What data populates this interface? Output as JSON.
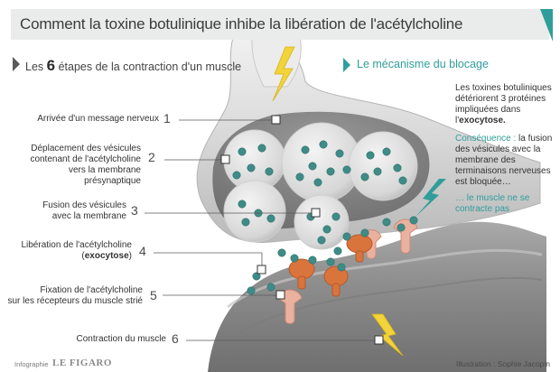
{
  "title": "Comment la toxine botulinique inhibe la libération de l'acétylcholine",
  "left_section": {
    "prefix": "Les",
    "number": "6",
    "suffix": "étapes de la contraction d'un muscle"
  },
  "right_section": {
    "title": "Le mécanisme du blocage",
    "para1_lines": [
      "Les toxines botuliniques",
      "détériorent 3 protéines",
      "impliquées dans"
    ],
    "para1_pre": "l'",
    "para1_bold": "exocytose.",
    "para2_label": "Conséquence :",
    "para2_first": " la fusion",
    "para2_lines": [
      "des vésicules avec la",
      "membrane des",
      "terminaisons nerveuses",
      "est bloquée…"
    ],
    "para3_lines": [
      "… le muscle ne se",
      "contracte pas"
    ]
  },
  "steps": [
    {
      "number": "1",
      "lines": [
        "Arrivée d'un message nerveux"
      ]
    },
    {
      "number": "2",
      "lines": [
        "Déplacement des vésicules",
        "contenant de l'acétylcholine",
        "vers la membrane présynaptique"
      ]
    },
    {
      "number": "3",
      "lines": [
        "Fusion des vésicules",
        "avec la membrane"
      ]
    },
    {
      "number": "4",
      "line1": "Libération de l'acétylcholine",
      "line2_open": "(",
      "line2_bold": "exocytose",
      "line2_close": ")"
    },
    {
      "number": "5",
      "lines": [
        "Fixation de l'acétylcholine",
        "sur les récepteurs du muscle strié"
      ]
    },
    {
      "number": "6",
      "lines": [
        "Contraction du muscle"
      ]
    }
  ],
  "footer": {
    "infographie": "Infographie",
    "brand": "LE FIGARO",
    "credit": "Illustration : Sophie Jacopin"
  },
  "colors": {
    "accent_teal": "#2f9e9a",
    "lightning": "#f2d33a",
    "vesicle_molecule": "#3f8c87",
    "receptor": "#e9b19e",
    "toxin_protein": "#d9743d"
  }
}
